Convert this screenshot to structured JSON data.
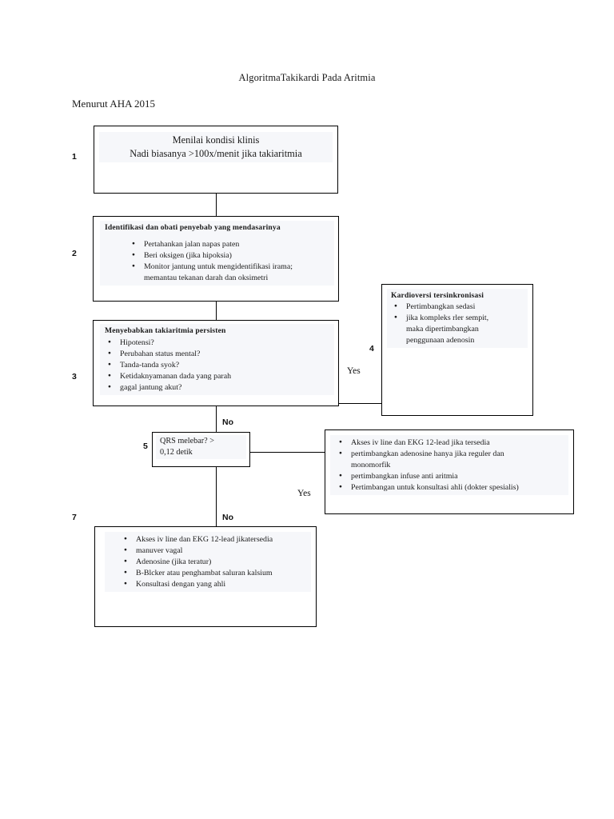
{
  "document": {
    "title": "AlgoritmaTakikardi Pada Aritmia",
    "subtitle": "Menurut AHA 2015"
  },
  "steps": {
    "n1": "1",
    "n2": "2",
    "n3": "3",
    "n4": "4",
    "n5": "5",
    "n7": "7"
  },
  "box1": {
    "line1": "Menilai kondisi klinis",
    "line2": "Nadi biasanya >100x/menit jika takiaritmia"
  },
  "box2": {
    "title": "Identifikasi dan obati penyebab yang mendasarinya",
    "bullets": [
      "Pertahankan jalan napas paten",
      "Beri oksigen (jika hipoksia)",
      "Monitor jantung untuk mengidentifikasi irama;\nmemantau tekanan darah dan oksimetri"
    ]
  },
  "box3": {
    "title": "Menyebabkan takiaritmia persisten",
    "bullets": [
      "Hipotensi?",
      "Perubahan  status mental?",
      "Tanda-tanda syok?",
      "Ketidaknyamanan dada yang parah",
      "gagal jantung akut?"
    ]
  },
  "box4": {
    "title": "Kardioversi tersinkronisasi",
    "bullets": [
      "Pertimbangkan sedasi",
      "jika kompleks rler sempit,\nmaka dipertimbangkan\npenggunaan adenosin"
    ]
  },
  "box5": {
    "line1": "QRS melebar? >",
    "line2": "0,12 detik"
  },
  "box6": {
    "bullets": [
      "Akses iv line dan EKG 12-lead jika tersedia",
      "pertimbangkan adenosine hanya jika reguler dan\nmonomorfik",
      "pertimbangkan infuse anti aritmia",
      "Pertimbangan untuk konsultasi ahli (dokter spesialis)"
    ]
  },
  "box7": {
    "bullets": [
      "Akses iv line dan EKG 12-lead jikatersedia",
      "manuver vagal",
      "Adenosine (jika teratur)",
      "B-Blcker atau penghambat saluran kalsium",
      "Konsultasi dengan yang ahli"
    ]
  },
  "labels": {
    "yes_box3_to_box4": "Yes",
    "no_box3_to_box5": "No",
    "yes_box5_to_box6": "Yes",
    "no_box5_to_box7": "No"
  },
  "colors": {
    "ink": "#000000",
    "paper": "#ffffff",
    "text_shade": "#f6f7fa"
  }
}
